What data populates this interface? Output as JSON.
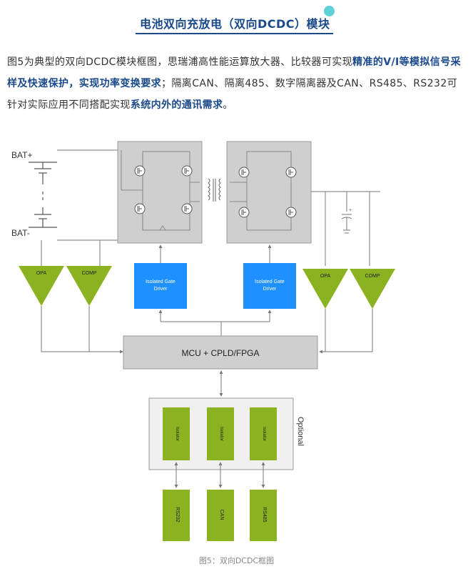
{
  "header": {
    "title": "电池双向充放电（双向DCDC）模块"
  },
  "paragraph": {
    "t1": "图5为典型的双向DCDC模块框图，思瑞浦高性能运算放大器、比较器可实现",
    "h1": "精准的V/I等模拟信号采样及快速保护，实现功率变换要求",
    "t2": "；隔离CAN、隔离485、数字隔离器及CAN、RS485、RS232可针对实际应用不同搭配实现",
    "h2": "系统内外的通讯需求",
    "t3": "。"
  },
  "diagram": {
    "bat_plus": "BAT+",
    "bat_minus": "BAT-",
    "opa_left": "OPA",
    "comp_left": "COMP",
    "opa_right": "OPA",
    "comp_right": "COMP",
    "gate_driver_line1": "Isolated Gate",
    "gate_driver_line2": "Driver",
    "mcu": "MCU + CPLD/FPGA",
    "optional": "Optional",
    "isolator": "Isolator",
    "rs232": "RS232",
    "can": "CAN",
    "rs485": "RS485",
    "cap_plus": "+"
  },
  "caption": "图5：双向DCDC框图",
  "colors": {
    "accent": "#1a4a8a",
    "green": "#8bb321",
    "blue": "#1e90ff",
    "gray_box": "#cfcfcf"
  }
}
